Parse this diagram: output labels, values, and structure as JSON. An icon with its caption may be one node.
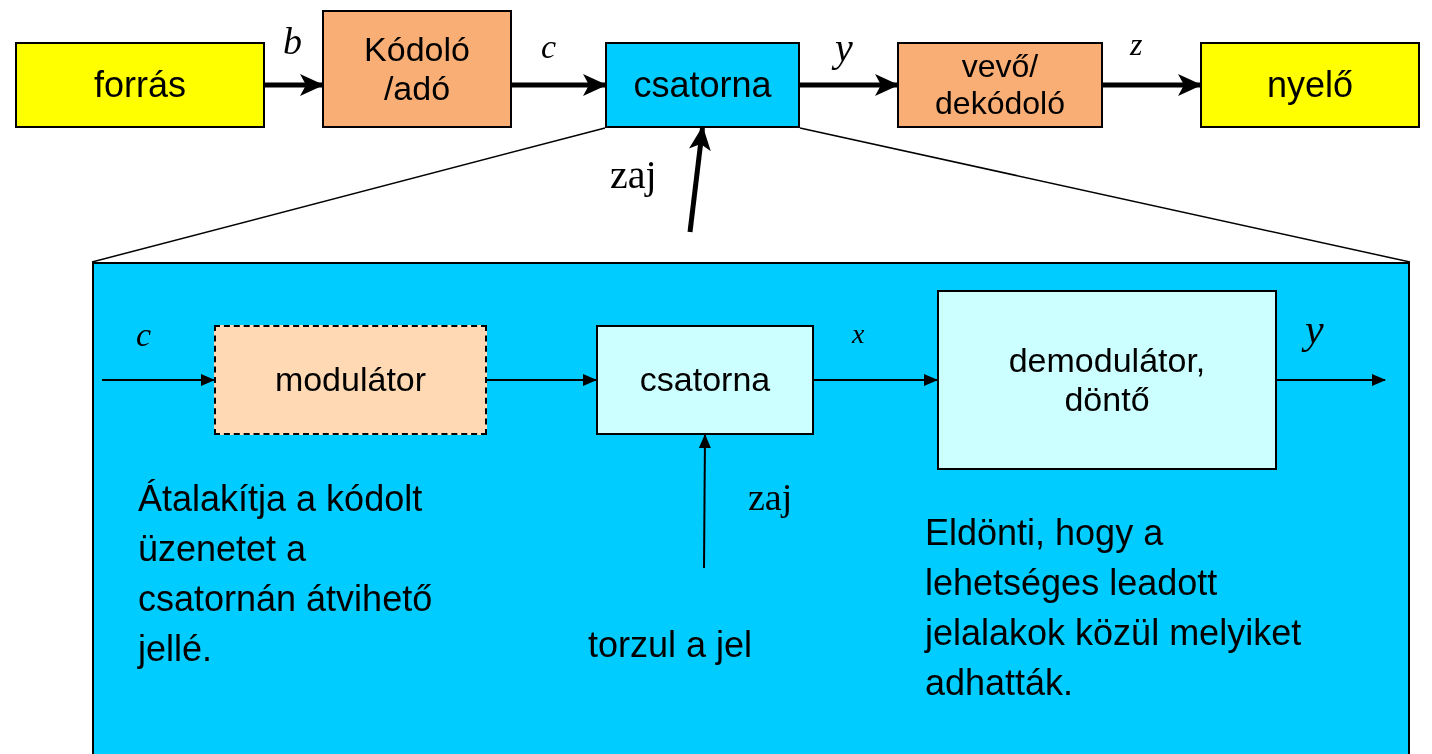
{
  "diagram": {
    "nodes": [
      {
        "text": [
          "forrás"
        ]
      },
      {
        "text": [
          "Kódoló /adó"
        ]
      },
      {
        "text": [
          "csatorna"
        ]
      },
      {
        "text": [
          "vevő/ dekódoló"
        ]
      },
      {
        "text": [
          "nyelő"
        ]
      },
      {
        "text": [],
        "shape": "box"
      },
      {
        "text": [
          "modulátor"
        ],
        "in": 5
      },
      {
        "text": [
          "csatorna"
        ],
        "in": 5
      },
      {
        "text": [
          "demodulátor, döntő"
        ],
        "in": 5
      }
    ],
    "edges": [
      {
        "from": 0,
        "to": 1,
        "arrow": "to",
        "label": "b",
        "style": "thick"
      },
      {
        "from": 1,
        "to": 2,
        "arrow": "to",
        "label": "c",
        "style": "thick"
      },
      {
        "from": 2,
        "to": 3,
        "arrow": "to",
        "label": "y",
        "style": "thick"
      },
      {
        "from": 3,
        "to": 4,
        "arrow": "to",
        "label": "z",
        "style": "thick"
      },
      {
        "from": null,
        "to": 2,
        "arrow": "to",
        "label": "zaj",
        "style": "thick"
      },
      {
        "from": 2,
        "to": 5,
        "arrow": "none"
      },
      {
        "from": 2,
        "to": 5,
        "arrow": "none"
      },
      {
        "from": null,
        "to": 6,
        "arrow": "to",
        "label": "c"
      },
      {
        "from": 6,
        "to": 7,
        "arrow": "to"
      },
      {
        "from": 7,
        "to": 8,
        "arrow": "to",
        "label": "x"
      },
      {
        "from": 8,
        "to": null,
        "arrow": "to",
        "label": "y"
      },
      {
        "from": null,
        "to": 7,
        "arrow": "to",
        "label": "zaj"
      }
    ],
    "labels": [
      "Átalakítja a kódolt üzenetet a csatornán átvihető jellé.",
      "torzul a jel",
      "Eldönti, hogy a lehetséges leadott jelalakok közül melyiket adhatták."
    ]
  }
}
